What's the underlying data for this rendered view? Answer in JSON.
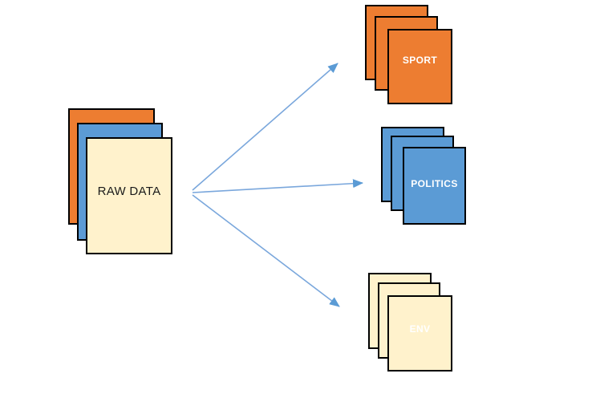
{
  "diagram": {
    "source": {
      "label": "RAW DATA",
      "label_color": "#000000",
      "sheet_colors": [
        "#ED7D31",
        "#5B9BD5",
        "#FFF2CC"
      ]
    },
    "categories": [
      {
        "label": "SPORT",
        "color": "#ED7D31",
        "label_color": "#FFFFFF"
      },
      {
        "label": "POLITICS",
        "color": "#5B9BD5",
        "label_color": "#FFFFFF"
      },
      {
        "label": "ENV",
        "color": "#FFF2CC",
        "label_color": "#FFFFFF"
      }
    ],
    "border_color": "#000000",
    "arrow_color": "#5B9BD5",
    "arrow_line_color": "#7AA7DC",
    "background_color": "#FFFFFF"
  }
}
